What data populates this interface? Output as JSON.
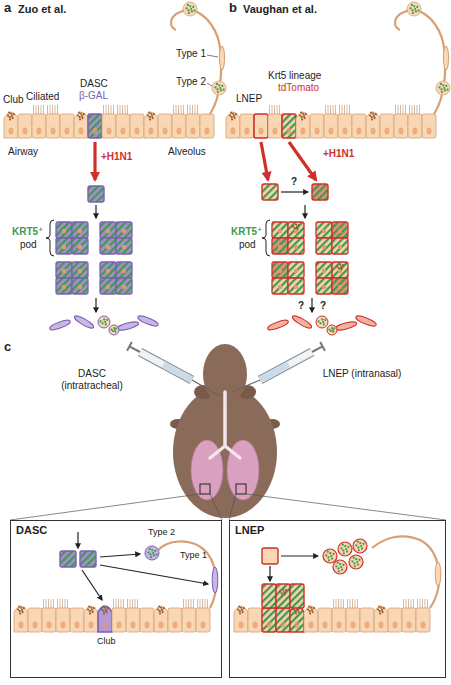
{
  "diagram": {
    "nodes": [
      {
        "text": [
          "DASC"
        ]
      },
      {
        "text": [
          "LNEP"
        ]
      }
    ],
    "labels": [
      "a",
      "Zuo et al.",
      "Club",
      "Ciliated",
      "DASC",
      "β-GAL",
      "Type 1",
      "Type 2",
      "Airway",
      "Alveolus",
      "+H1N1",
      "KRT5⁺",
      "pod",
      "b",
      "Vaughan et al.",
      "LNEP",
      "Krt5 lineage",
      "tdTomato",
      "+H1N1",
      "?",
      "KRT5⁺",
      "pod",
      "?",
      "?",
      "c",
      "DASC (intratracheal)",
      "LNEP (intranasal)",
      "Type 2",
      "Type 1",
      "Club"
    ]
  }
}
